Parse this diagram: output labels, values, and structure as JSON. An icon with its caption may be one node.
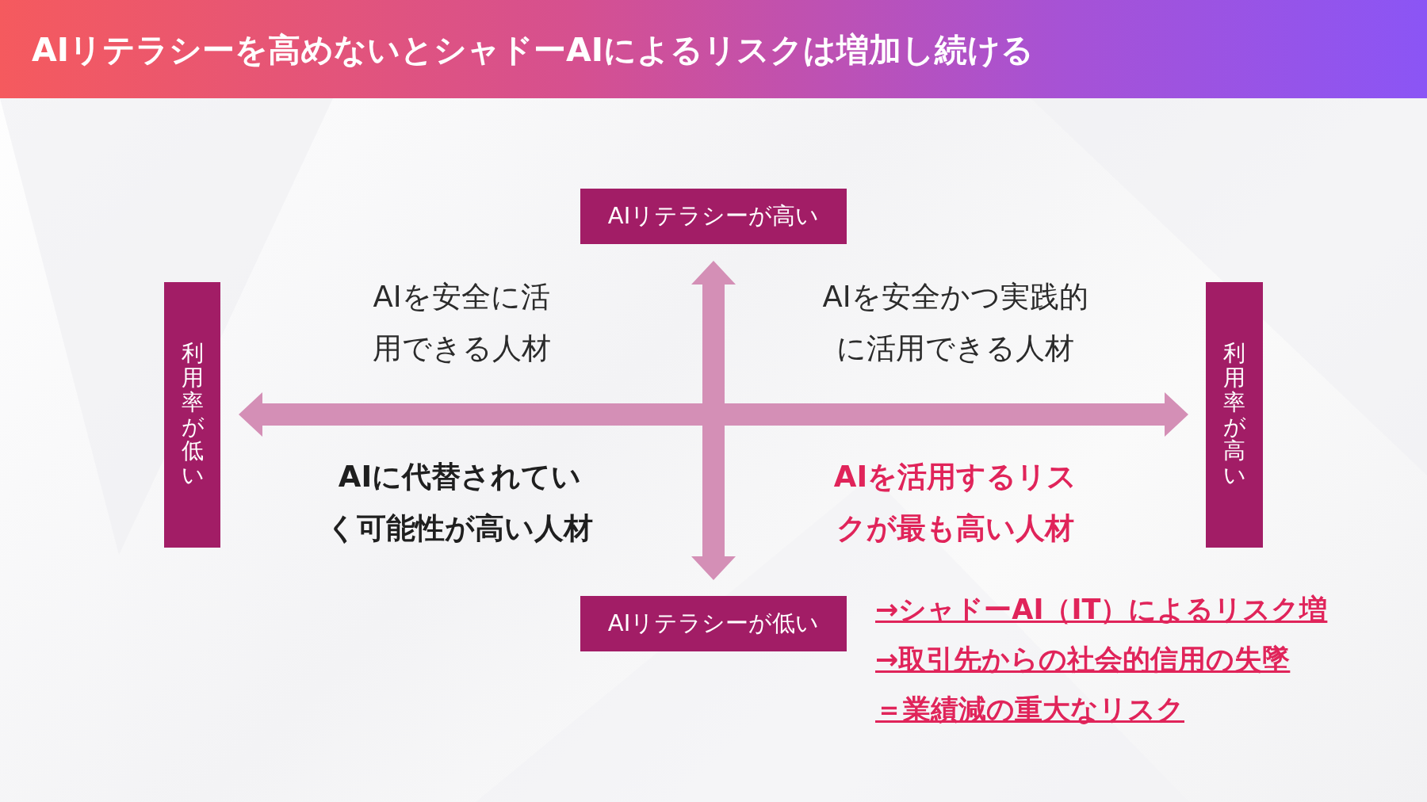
{
  "diagram": {
    "title": "AIリテラシーを高めないとシャドーAIによるリスクは増加し続ける",
    "nodes": [
      {
        "text": [
          "AIリテラシーが高い"
        ]
      },
      {
        "text": [
          "利用率が低い"
        ]
      },
      {
        "text": [
          "利用率が高い"
        ]
      },
      {
        "text": [
          "AIリテラシーが低い"
        ]
      }
    ],
    "labels": [
      "AIを安全に活用できる人材",
      "AIを安全かつ実践的に活用できる人材",
      "AIに代替されていく可能性が高い人材",
      "AIを活用するリスクが最も高い人材",
      "→シャドーAI（IT）によるリスク増",
      "→取引先からの社会的信用の失墜",
      "＝業績減の重大なリスク"
    ]
  }
}
